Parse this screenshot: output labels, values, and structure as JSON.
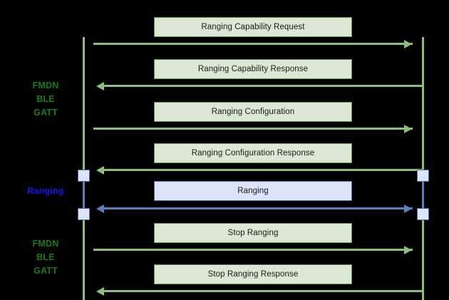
{
  "diagram": {
    "type": "sequence-diagram",
    "background_color": "#000000",
    "colors": {
      "green_line": "#8cc07a",
      "green_box_fill": "#dce8d5",
      "green_box_border": "#5a9a45",
      "green_text": "#1a7a19",
      "blue_line": "#5b80bd",
      "blue_box_fill": "#dbe5f7",
      "blue_box_border": "#4a6fa8",
      "blue_text": "#1414f0",
      "message_text": "#1a1a1a"
    },
    "phases": [
      {
        "id": "phase-fmdn-ble-gatt-top",
        "label": "FMDN\nBLE\nGATT",
        "color": "green"
      },
      {
        "id": "phase-ranging",
        "label": "Ranging",
        "color": "blue"
      },
      {
        "id": "phase-fmdn-ble-gatt-bottom",
        "label": "FMDN\nBLE\nGATT",
        "color": "green"
      }
    ],
    "lifelines": [
      {
        "id": "lifeline-left",
        "color": "#8cc07a"
      },
      {
        "id": "lifeline-right",
        "color": "#8cc07a"
      }
    ],
    "messages": [
      {
        "label": "Ranging Capability Request",
        "direction": "right",
        "style": "green"
      },
      {
        "label": "Ranging Capability Response",
        "direction": "left",
        "style": "green"
      },
      {
        "label": "Ranging Configuration",
        "direction": "right",
        "style": "green"
      },
      {
        "label": "Ranging Configuration Response",
        "direction": "left",
        "style": "green"
      },
      {
        "label": "Ranging",
        "direction": "both",
        "style": "blue"
      },
      {
        "label": "Stop Ranging",
        "direction": "right",
        "style": "green"
      },
      {
        "label": "Stop Ranging Response",
        "direction": "left",
        "style": "green"
      }
    ]
  }
}
